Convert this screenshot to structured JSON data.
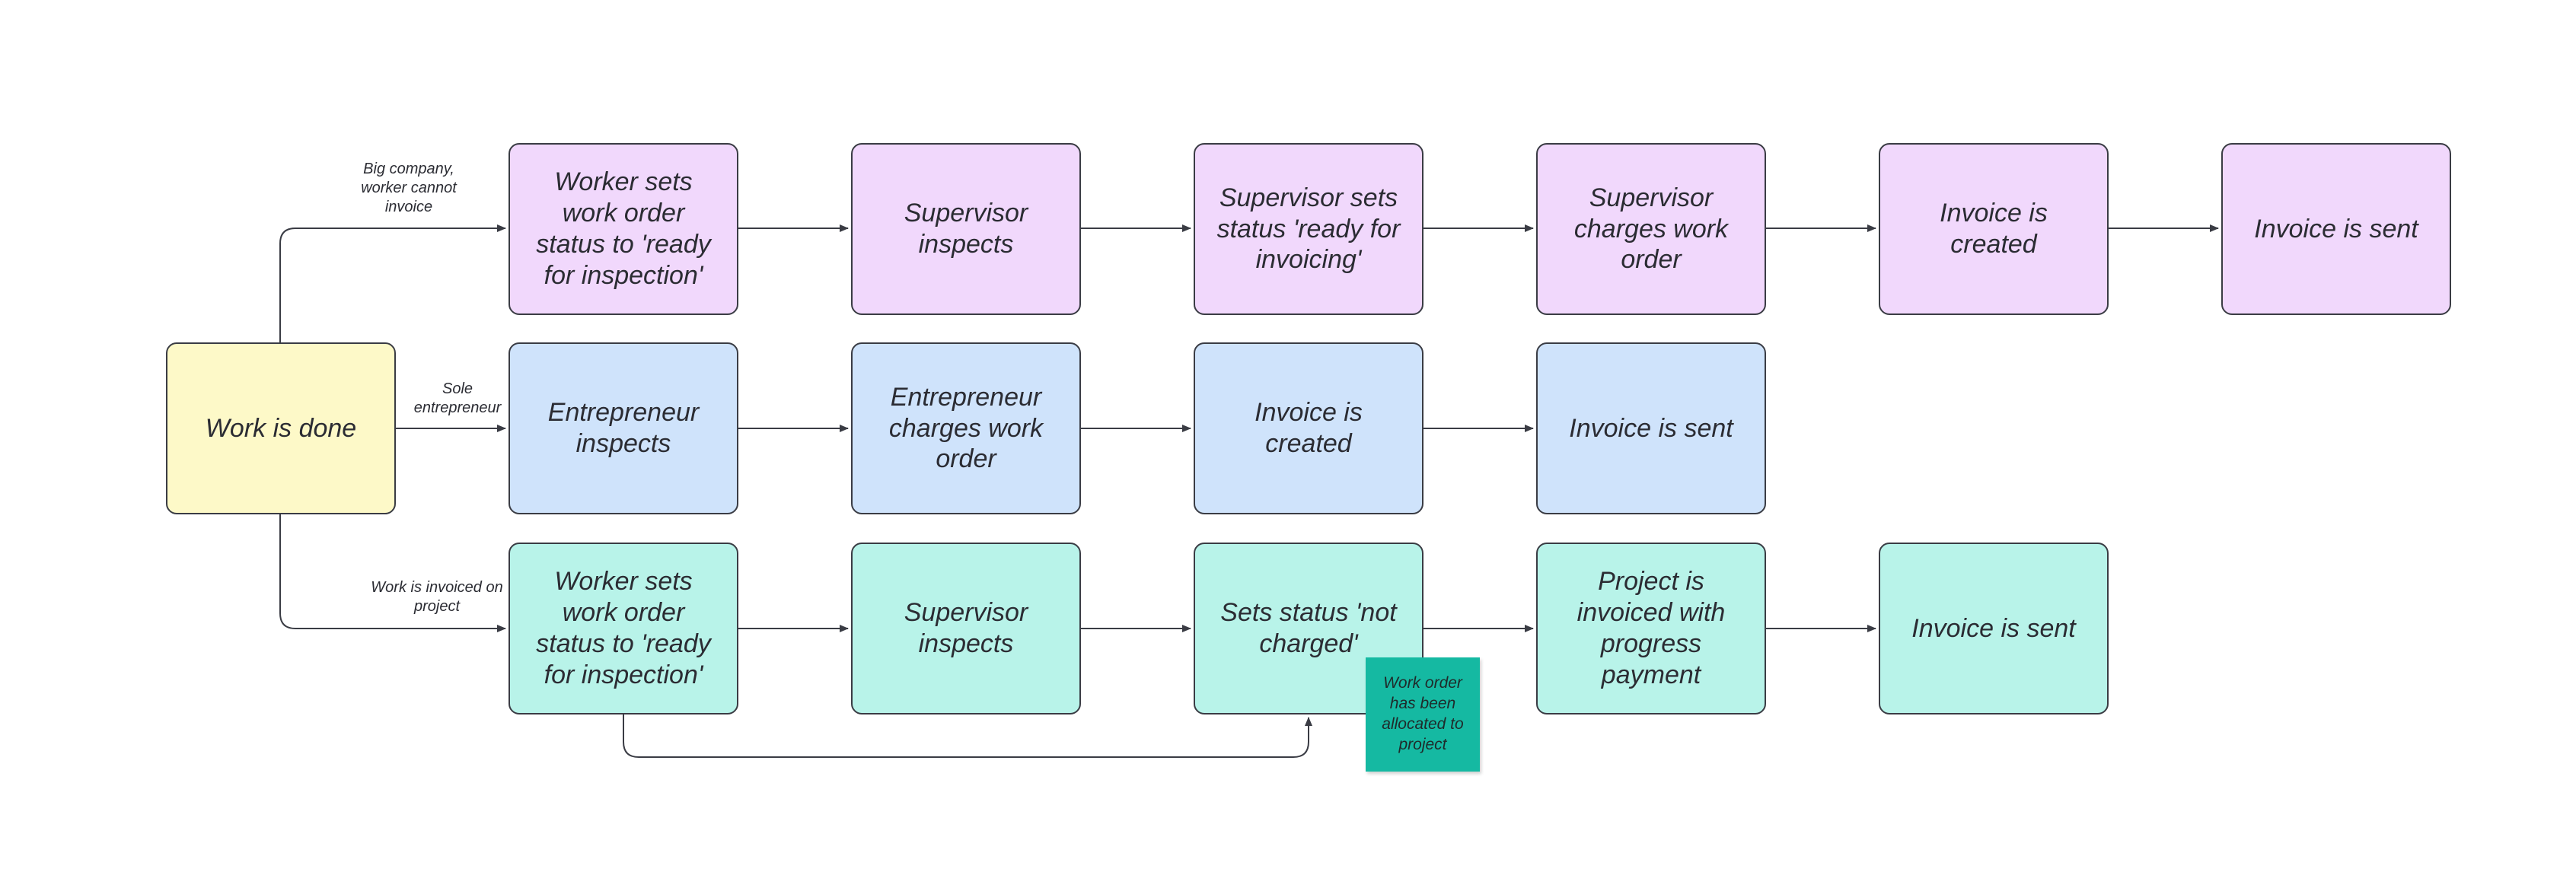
{
  "colors": {
    "start": "#fdf9c8",
    "row_big_company": "#f1d8fc",
    "row_sole_entrepreneur": "#cfe3fb",
    "row_project": "#b8f3e9",
    "sticky_note": "#15b9a2",
    "connector": "#3a3c44"
  },
  "start": {
    "label": "Work is done"
  },
  "branches": {
    "big_company": "Big company, worker cannot invoice",
    "sole_entrepreneur": "Sole entrepreneur",
    "project": "Work is invoiced on project"
  },
  "rows": {
    "big_company": [
      "Worker sets work order status to 'ready for inspection'",
      "Supervisor inspects",
      "Supervisor sets status 'ready for invoicing'",
      "Supervisor charges work order",
      "Invoice is created",
      "Invoice is sent"
    ],
    "sole_entrepreneur": [
      "Entrepreneur inspects",
      "Entrepreneur charges work order",
      "Invoice is created",
      "Invoice is sent"
    ],
    "project": [
      "Worker sets work order status to 'ready for inspection'",
      "Supervisor inspects",
      "Sets status 'not charged'",
      "Project is invoiced with progress payment",
      "Invoice is sent"
    ]
  },
  "sticky_note": {
    "text": "Work order has been allocated to project"
  }
}
